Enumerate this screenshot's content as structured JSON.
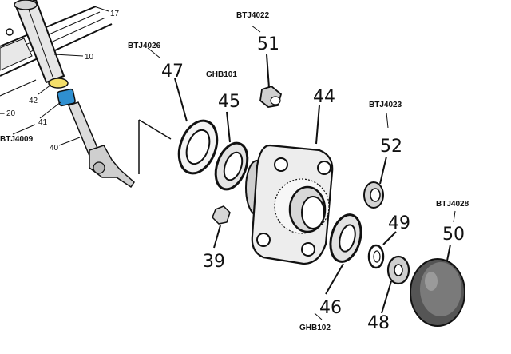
{
  "diagram": {
    "part_numbers": {
      "p51": "51",
      "p47": "47",
      "p45": "45",
      "p44": "44",
      "p52": "52",
      "p49": "49",
      "p50": "50",
      "p39": "39",
      "p46": "46",
      "p48": "48"
    },
    "part_codes": {
      "c51": "BTJ4022",
      "c47": "BTJ4026",
      "c45": "GHB101",
      "c52": "BTJ4023",
      "c50": "BTJ4028",
      "c46": "GHB102",
      "c41": "BTJ4009"
    },
    "callouts": {
      "n17": "17",
      "n10": "10",
      "n42": "42",
      "n20": "20",
      "n41": "41",
      "n40": "40"
    },
    "highlight_colors": {
      "spacer_42": "#f5df6a",
      "spacer_41": "#2f8fd0"
    }
  }
}
